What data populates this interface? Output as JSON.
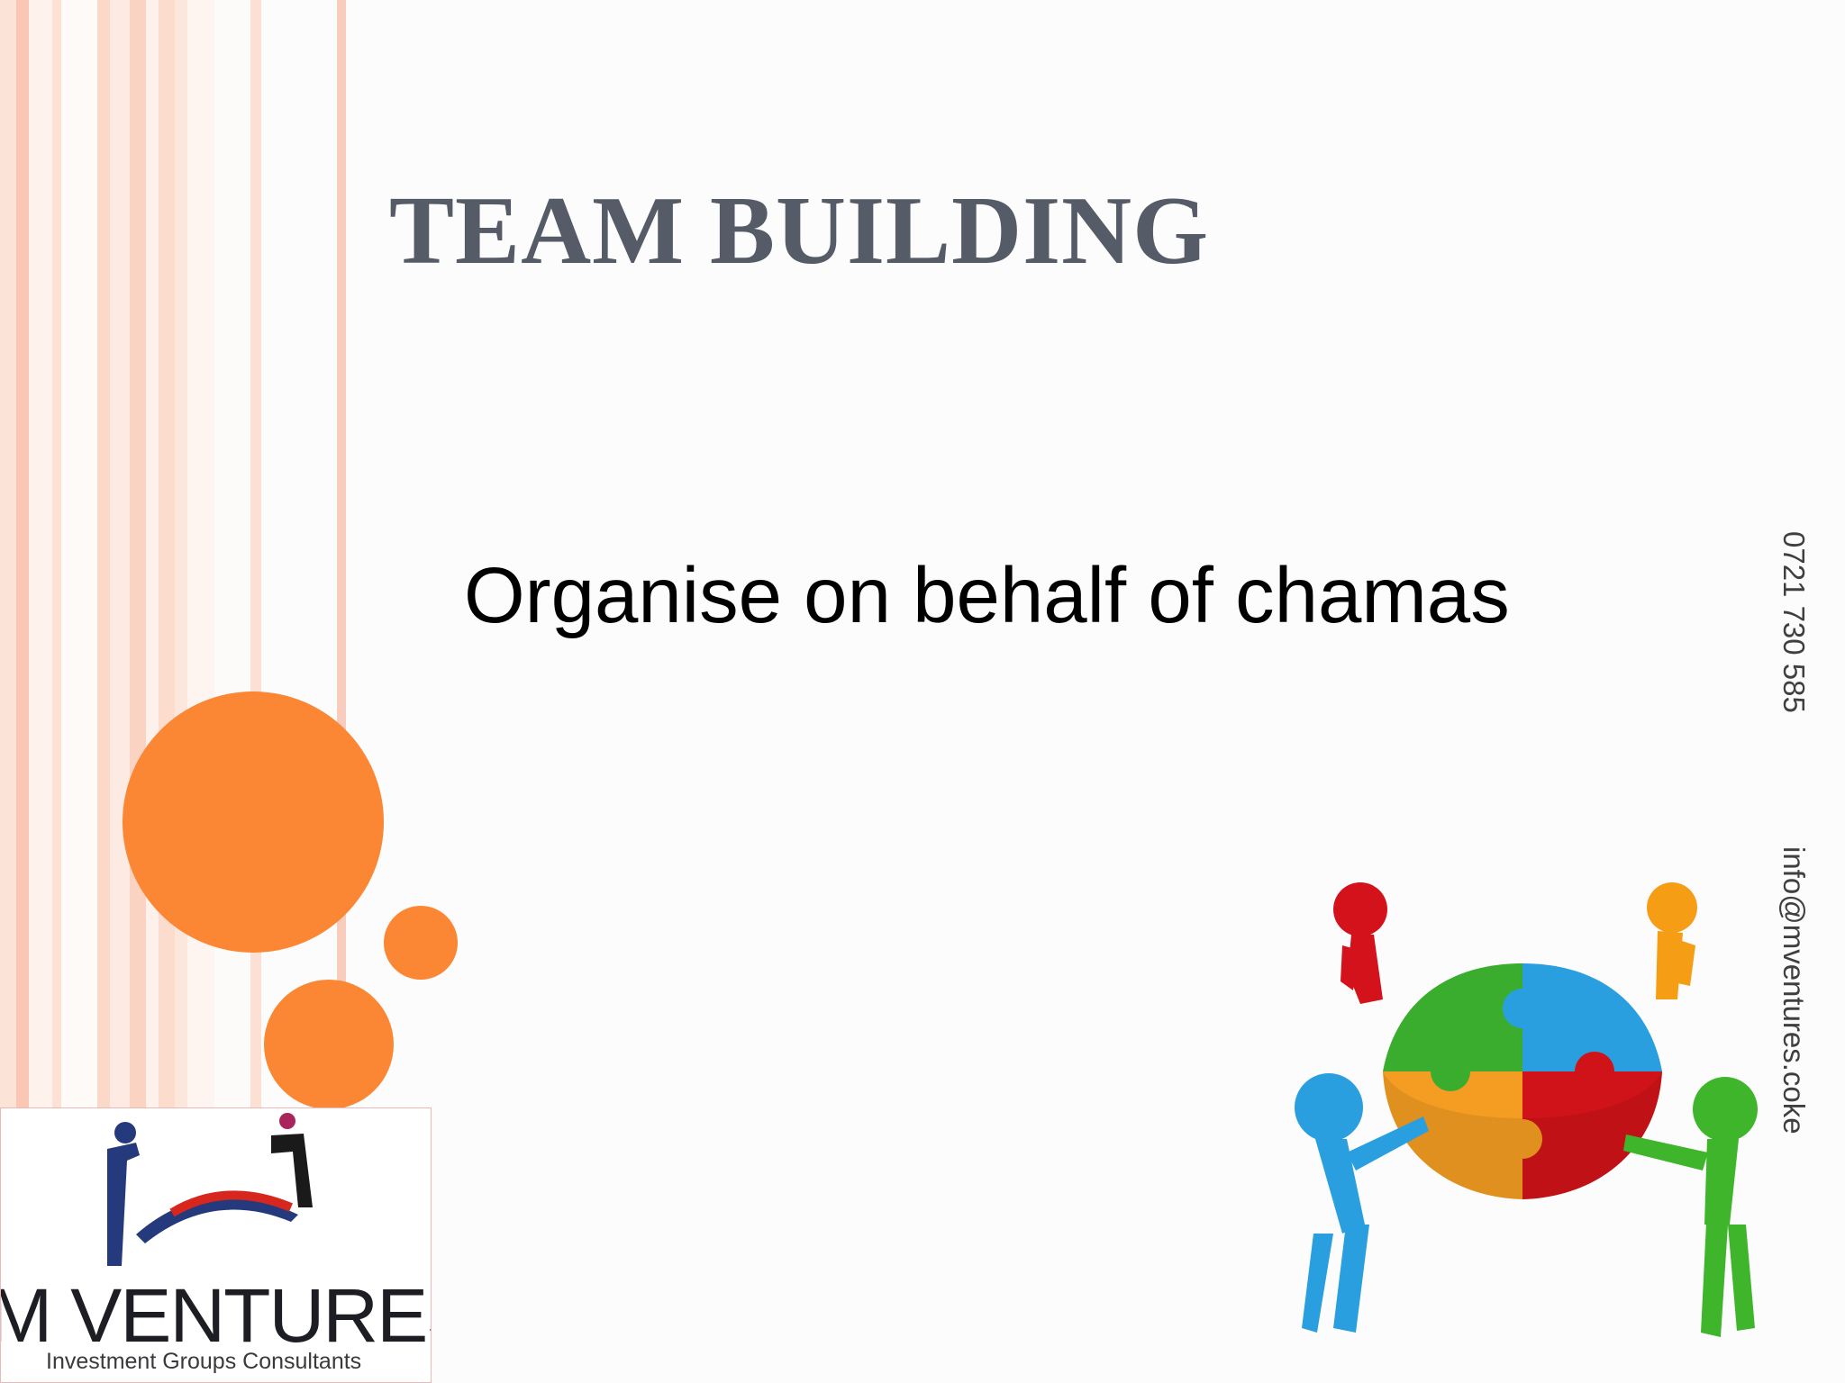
{
  "slide": {
    "title": "TEAM BUILDING",
    "subtitle": "Organise on behalf of chamas",
    "phone": "0721 730 585",
    "email": "info@mventures.coke"
  },
  "logo": {
    "name": "M VENTURES",
    "tagline": "Investment Groups Consultants"
  },
  "colors": {
    "title": "#555b67",
    "accent_orange": "#fb8634",
    "stripe_pink": "#f9cdbd"
  },
  "icons": [
    "decorative-stripes",
    "orange-circles",
    "logo-figures-icon",
    "team-puzzle-illustration"
  ]
}
